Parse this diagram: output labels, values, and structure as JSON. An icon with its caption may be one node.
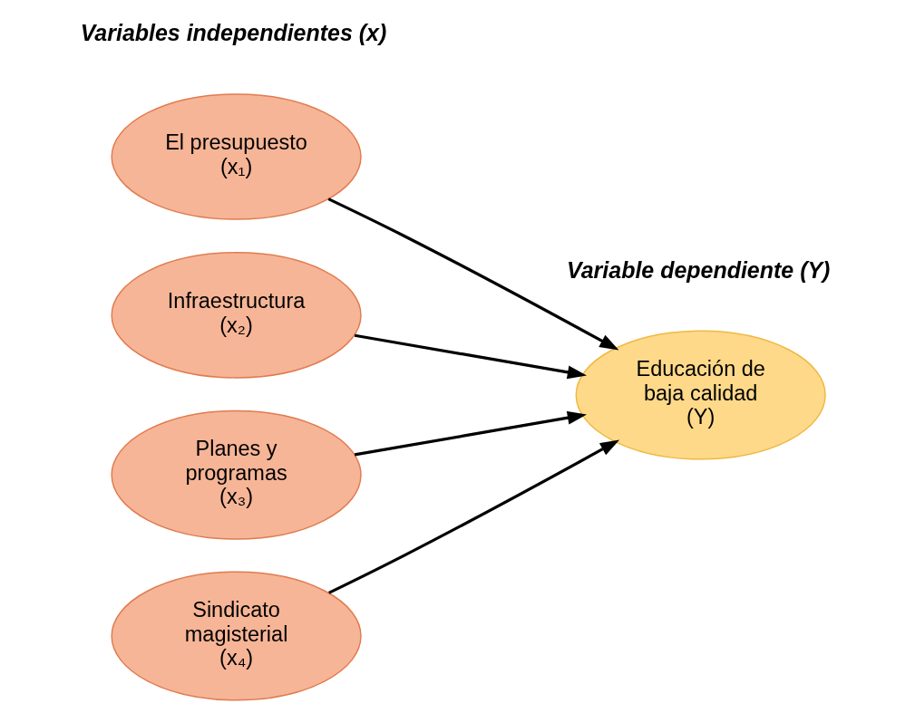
{
  "diagram": {
    "nodes": [
      {
        "text": [
          "El presupuesto (x₁)"
        ]
      },
      {
        "text": [
          "Infraestructura (x₂)"
        ]
      },
      {
        "text": [
          "Planes y programas (x₃)"
        ]
      },
      {
        "text": [
          "Sindicato magisterial (x₄)"
        ]
      },
      {
        "text": [
          "Educación de baja calidad (Y)"
        ]
      }
    ],
    "edges": [
      {
        "from": 0,
        "to": 4,
        "arrow": "to"
      },
      {
        "from": 1,
        "to": 4,
        "arrow": "to"
      },
      {
        "from": 2,
        "to": 4,
        "arrow": "to"
      },
      {
        "from": 3,
        "to": 4,
        "arrow": "to"
      }
    ],
    "labels": [
      "Variables independientes (x)",
      "Variable dependiente (Y)"
    ]
  }
}
